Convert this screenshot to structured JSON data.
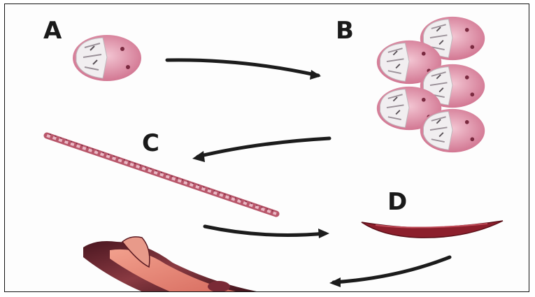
{
  "panels": {
    "a": {
      "label": "A",
      "icon": "protein-monomer-icon"
    },
    "b": {
      "label": "B",
      "icon": "protein-polymer-stack-icon"
    },
    "c": {
      "label": "C",
      "icon": "twisted-filament-icon"
    },
    "d": {
      "label": "D",
      "icon": "sickled-cell-icon"
    }
  },
  "colors": {
    "monomer_pink": "#d9809b",
    "monomer_light": "#f1eef0",
    "filament": "#b8566a",
    "sickle_cell": "#8c1f2c",
    "vessel": "#6a2430",
    "arrow": "#1c1c1c",
    "frame": "#111111"
  }
}
